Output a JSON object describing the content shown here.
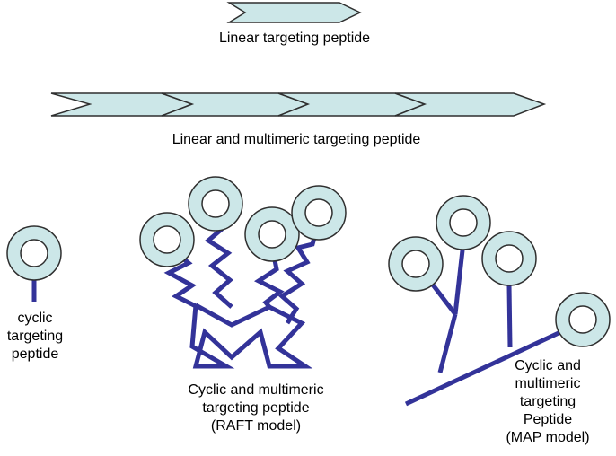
{
  "labels": {
    "linear": "Linear targeting peptide",
    "linear_multimeric": "Linear and multimeric targeting peptide",
    "cyclic": [
      "cyclic",
      "targeting",
      "peptide"
    ],
    "raft": [
      "Cyclic and multimeric",
      "targeting peptide",
      "(RAFT model)"
    ],
    "map": [
      "Cyclic and",
      "multimeric",
      "targeting",
      "Peptide",
      "(MAP model)"
    ]
  },
  "colors": {
    "peptide_fill": "#cce7e8",
    "outline": "#2f2f2f",
    "linker": "#333399",
    "ring_hole": "#ffffff"
  }
}
